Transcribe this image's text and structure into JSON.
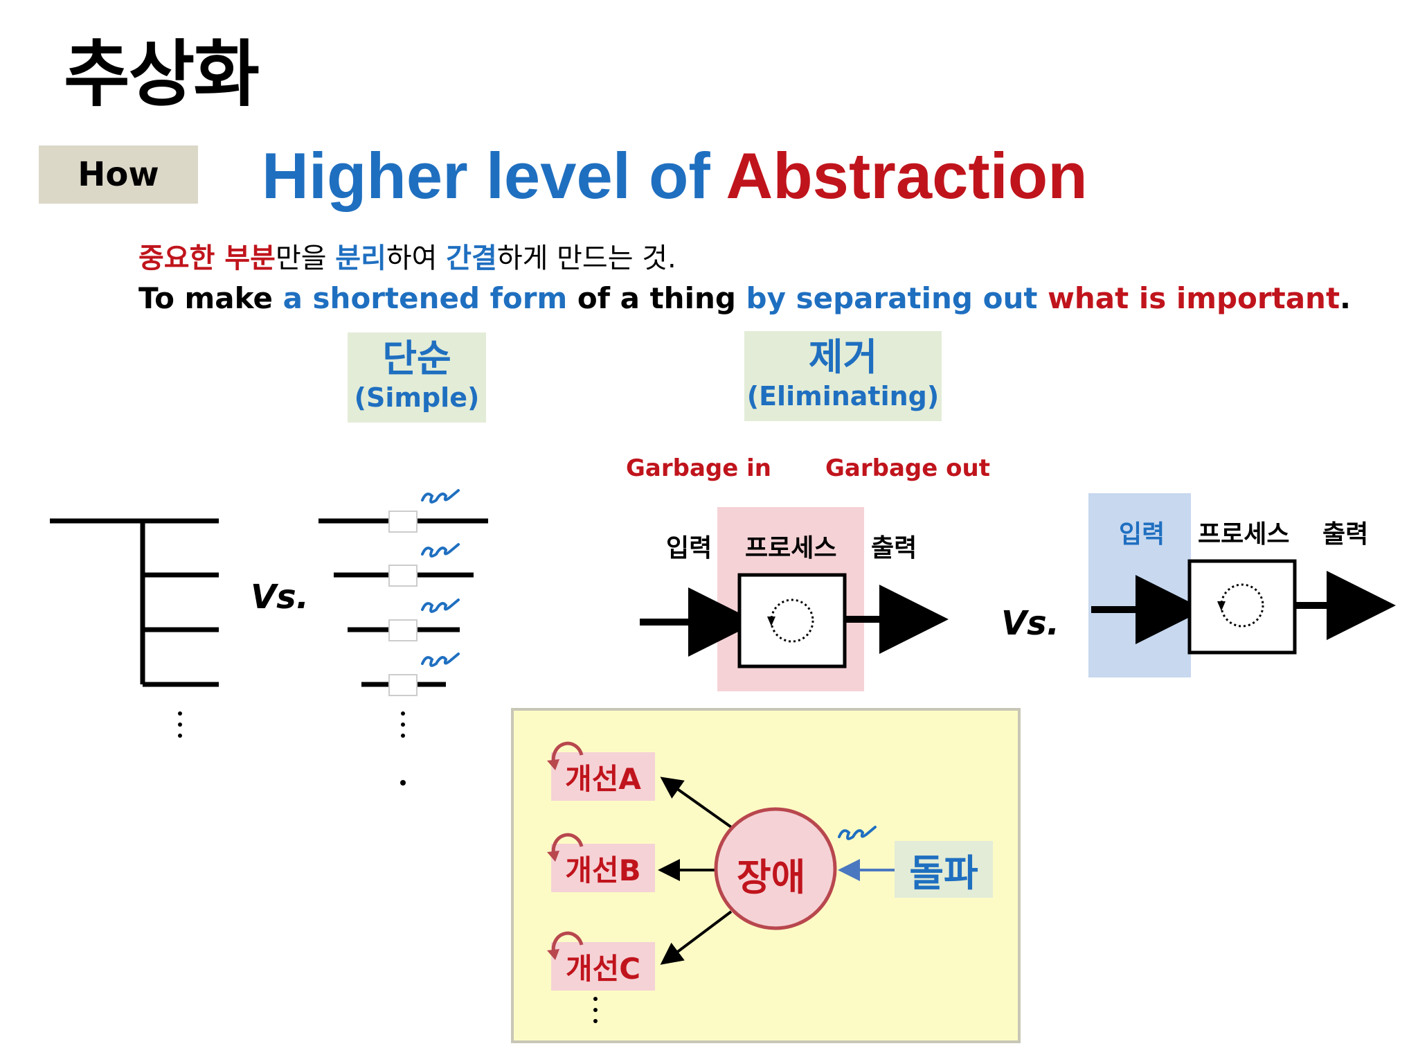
{
  "page": {
    "title": "추상화",
    "badge": "How",
    "headline": {
      "part1": "Higher level of ",
      "part2": "Abstraction"
    },
    "subtitle_ko": {
      "p1": "중요한 부분",
      "p2": "만을 ",
      "p3": "분리",
      "p4": "하여 ",
      "p5": "간결",
      "p6": "하게 만드는 것."
    },
    "subtitle_en": {
      "p1": "To make ",
      "p2": "a shortened form",
      "p3": " of a thing ",
      "p4": "by separating out",
      "p5": " what is important",
      "p6": "."
    }
  },
  "simple": {
    "ko": "단순",
    "en": "(Simple)",
    "vs": "Vs."
  },
  "eliminating": {
    "ko": "제거",
    "en": "(Eliminating)",
    "garbage_in": "Garbage in",
    "garbage_out": "Garbage out",
    "left": {
      "input": "입력",
      "process": "프로세스",
      "output": "출력"
    },
    "vs": "Vs.",
    "right": {
      "input": "입력",
      "process": "프로세스",
      "output": "출력"
    }
  },
  "obstacle": {
    "center": "장애",
    "items": [
      "개선A",
      "개선B",
      "개선C"
    ],
    "breakthrough": "돌파"
  },
  "colors": {
    "blue": "#1f6fc0",
    "red": "#c0141c",
    "green_box": "#e3ecd7",
    "pink_box": "#f5d2d6",
    "blue_box": "#c7d8ef",
    "yellow_panel": "#fdfbc5"
  },
  "icons": [
    "spiral-icon",
    "cycle-icon",
    "arrow-icon"
  ]
}
